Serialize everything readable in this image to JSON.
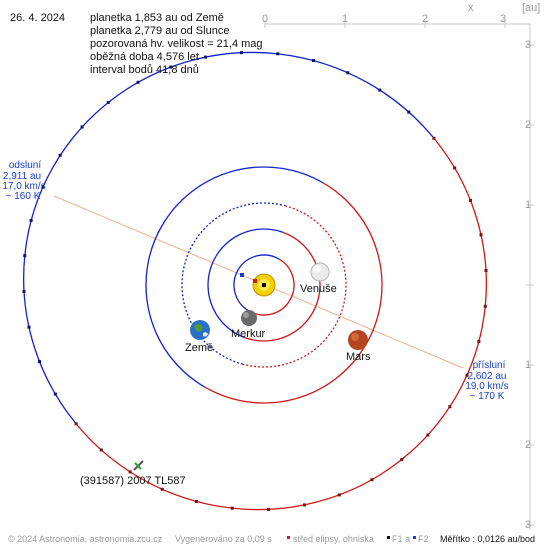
{
  "date": "26. 4. 2024",
  "info": [
    "planetka 1,853 au od Země",
    "planetka 2,779 au od Slunce",
    "pozorovaná hv. velikost = 21,4 mag",
    "oběžná doba 4,576 let",
    "interval bodů 41,8 dnů"
  ],
  "axes": {
    "x_label": "x",
    "unit_label": "[au]",
    "x_ticks": [
      "0",
      "1",
      "2",
      "3"
    ],
    "y_ticks": [
      "1",
      "2",
      "3",
      "1",
      "2",
      "3"
    ]
  },
  "aphelion": {
    "title": "odsluní",
    "distance": "2,911 au",
    "speed": "17,0 km/s",
    "temperature": "~ 160 K"
  },
  "perihelion": {
    "title": "přísluní",
    "distance": "2,602 au",
    "speed": "19,0 km/s",
    "temperature": "~ 170 K"
  },
  "planets": {
    "venus": "Venuše",
    "mercury": "Merkur",
    "earth": "Země",
    "mars": "Mars"
  },
  "asteroid_label": "(391587) 2007 TL587",
  "footer": {
    "copyright": "© 2024 Astronomia, astronomia.zcu.cz",
    "generated": "Vygenerováno za 0,09 s",
    "legend_center": "střed elipsy, ohniska",
    "legend_f1": "F1 a",
    "legend_f2": "F2",
    "scale": "Měřítko : 0,0126 au/bod"
  },
  "colors": {
    "near_side": "#d01818",
    "far_side": "#1424c8",
    "apsis_line": "#f0b090",
    "label_blue": "#1a3fd0"
  }
}
